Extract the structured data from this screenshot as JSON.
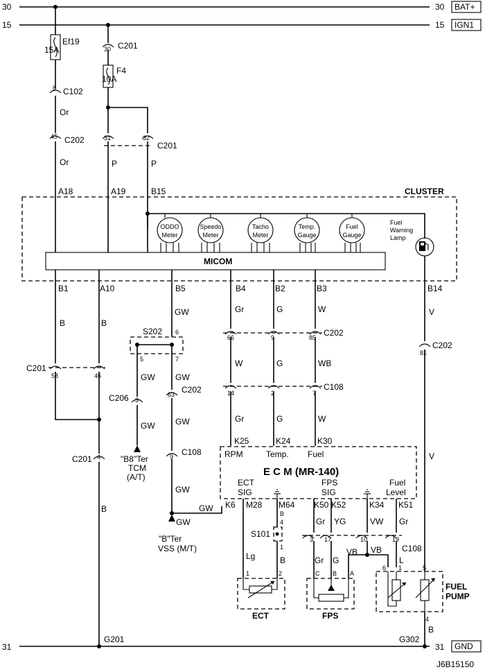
{
  "rails": {
    "bat_num": "30",
    "bat_label": "BAT+",
    "ign_num": "15",
    "ign_label": "IGN1",
    "gnd_num": "31",
    "gnd_label": "GND"
  },
  "fuses": {
    "ef19_rating": "15A",
    "ef19_name": "Ef19",
    "f4_rating": "10A",
    "f4_name": "F4"
  },
  "connectors": {
    "c201_30": "30",
    "c201": "C201",
    "c102_8": "8",
    "c102": "C102",
    "c202_45": "45",
    "c202": "C202",
    "c201_31": "31",
    "c201_32": "32",
    "s202": "S202",
    "s202_6": "6",
    "s202_5": "5",
    "s202_7": "7",
    "c201_58": "58",
    "c201_46": "46",
    "c206": "C206",
    "c206_3": "3",
    "c202_63": "63",
    "c201_4": "4",
    "c108": "C108",
    "c108_9": "9",
    "c202_66": "66",
    "c202_9": "9",
    "c202_85": "85",
    "c108_14": "14",
    "c108_2": "2",
    "c108_7": "7",
    "c202_81": "81",
    "s101": "S101",
    "s101_4": "4",
    "s101_1": "1",
    "c108_3": "3",
    "c108_17": "17",
    "c108_10": "10",
    "c108_19": "19",
    "g201": "G201",
    "g302": "G302"
  },
  "wires": {
    "or1": "Or",
    "or2": "Or",
    "p1": "P",
    "p2": "P",
    "b1": "B",
    "b2": "B",
    "b3": "B",
    "b4": "B",
    "gw1": "GW",
    "gw2": "GW",
    "gw3": "GW",
    "gw4": "GW",
    "gw5": "GW",
    "gw6": "GW",
    "gw7": "GW",
    "gr1": "Gr",
    "gr2": "Gr",
    "gr3": "Gr",
    "gr4": "Gr",
    "gr5": "Gr",
    "g1": "G",
    "g2": "G",
    "g3": "G",
    "g4": "G",
    "w1": "W",
    "w2": "W",
    "w3": "W",
    "wb": "WB",
    "v1": "V",
    "v2": "V",
    "yg": "YG",
    "vw": "VW",
    "vb1": "VB",
    "vb2": "VB",
    "lg": "Lg",
    "l": "L"
  },
  "cluster": {
    "label": "CLUSTER",
    "pins": {
      "a18": "A18",
      "a19": "A19",
      "b15": "B15",
      "b1": "B1",
      "a10": "A10",
      "b5": "B5",
      "b4": "B4",
      "b2": "B2",
      "b3": "B3",
      "b14": "B14"
    },
    "micom": "MICOM",
    "gauges": [
      {
        "l1": "ODDO",
        "l2": "Meter"
      },
      {
        "l1": "Speedo",
        "l2": "Meter"
      },
      {
        "l1": "Tacho",
        "l2": "Meter"
      },
      {
        "l1": "Temp.",
        "l2": "Gauge"
      },
      {
        "l1": "Fuel",
        "l2": "Gauge"
      }
    ],
    "lamp": {
      "l1": "Fuel",
      "l2": "Warning",
      "l3": "Lamp"
    }
  },
  "ecm": {
    "title": "E C M (MR-140)",
    "pins": {
      "k25": "K25",
      "k24": "K24",
      "k30": "K30",
      "k6": "K6",
      "m28": "M28",
      "m64": "M64",
      "k50": "K50",
      "k52": "K52",
      "k34": "K34",
      "k51": "K51"
    },
    "rpm": "RPM",
    "temp": "Temp.",
    "fuel": "Fuel",
    "ect1": "ECT",
    "ect2": "SIG",
    "fps1": "FPS",
    "fps2": "SIG",
    "fl1": "Fuel",
    "fl2": "Level"
  },
  "tcm": {
    "l1": "\"B8\"Ter",
    "l2": "TCM",
    "l3": "(A/T)"
  },
  "vss": {
    "l1": "\"B\"Ter",
    "l2": "VSS (M/T)"
  },
  "sensors": {
    "ect": "ECT",
    "ect_p1": "1",
    "ect_p2": "2",
    "fps": "FPS",
    "fps_c": "C",
    "fps_b": "B",
    "fps_a": "A",
    "pump1": "FUEL",
    "pump2": "PUMP",
    "pump_p6": "6",
    "pump_p1": "1",
    "pump_p5": "5",
    "pump_p4": "4"
  },
  "code": "J6B15150"
}
